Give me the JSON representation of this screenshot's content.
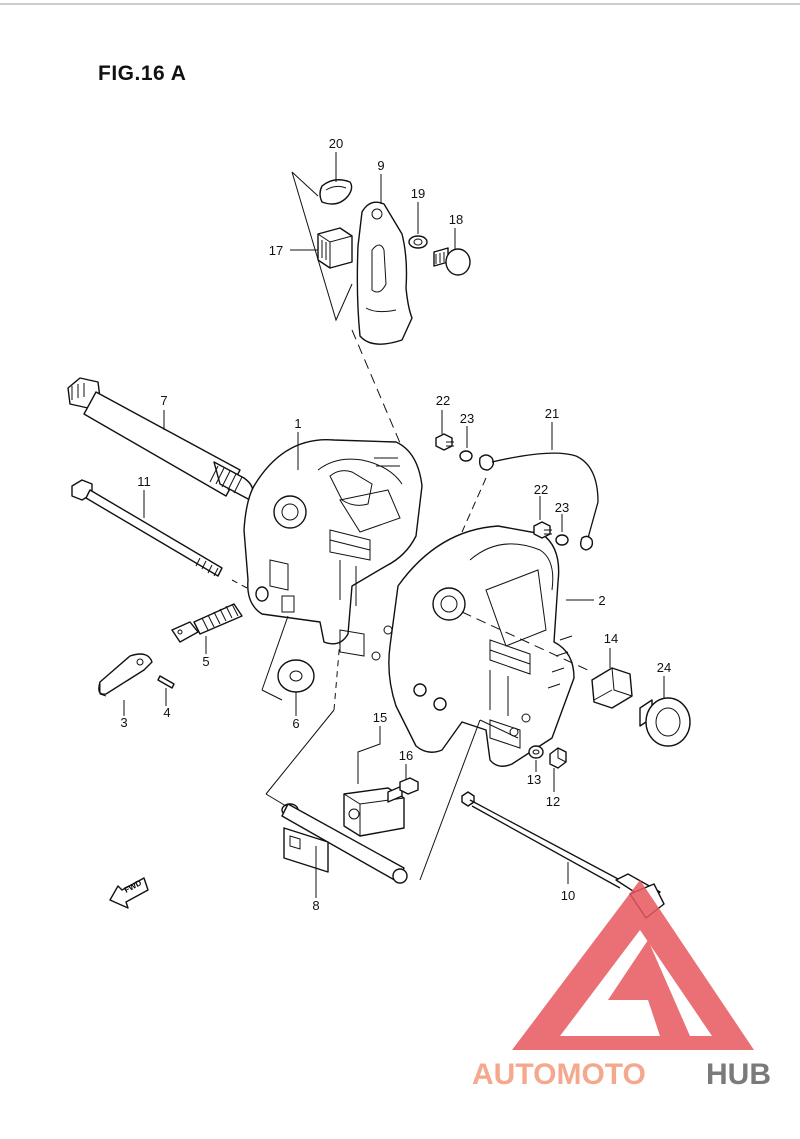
{
  "figure": {
    "title": "FIG.16 A"
  },
  "fwd_label": "FWD",
  "callouts": [
    {
      "id": "c1",
      "label": "1"
    },
    {
      "id": "c2",
      "label": "2"
    },
    {
      "id": "c3",
      "label": "3"
    },
    {
      "id": "c4",
      "label": "4"
    },
    {
      "id": "c5",
      "label": "5"
    },
    {
      "id": "c6",
      "label": "6"
    },
    {
      "id": "c7",
      "label": "7"
    },
    {
      "id": "c8",
      "label": "8"
    },
    {
      "id": "c9",
      "label": "9"
    },
    {
      "id": "c10",
      "label": "10"
    },
    {
      "id": "c11",
      "label": "11"
    },
    {
      "id": "c12",
      "label": "12"
    },
    {
      "id": "c13",
      "label": "13"
    },
    {
      "id": "c14",
      "label": "14"
    },
    {
      "id": "c15",
      "label": "15"
    },
    {
      "id": "c16",
      "label": "16"
    },
    {
      "id": "c17",
      "label": "17"
    },
    {
      "id": "c18",
      "label": "18"
    },
    {
      "id": "c19",
      "label": "19"
    },
    {
      "id": "c20",
      "label": "20"
    },
    {
      "id": "c21",
      "label": "21"
    },
    {
      "id": "c22a",
      "label": "22"
    },
    {
      "id": "c23a",
      "label": "23"
    },
    {
      "id": "c22b",
      "label": "22"
    },
    {
      "id": "c23b",
      "label": "23"
    },
    {
      "id": "c24",
      "label": "24"
    }
  ],
  "watermark": {
    "part1": "AUTOMOTO",
    "part2": "HUB",
    "color_light": "#f4a98f",
    "color_dark": "#7a7a7a",
    "triangle_color": "#e8585e"
  }
}
